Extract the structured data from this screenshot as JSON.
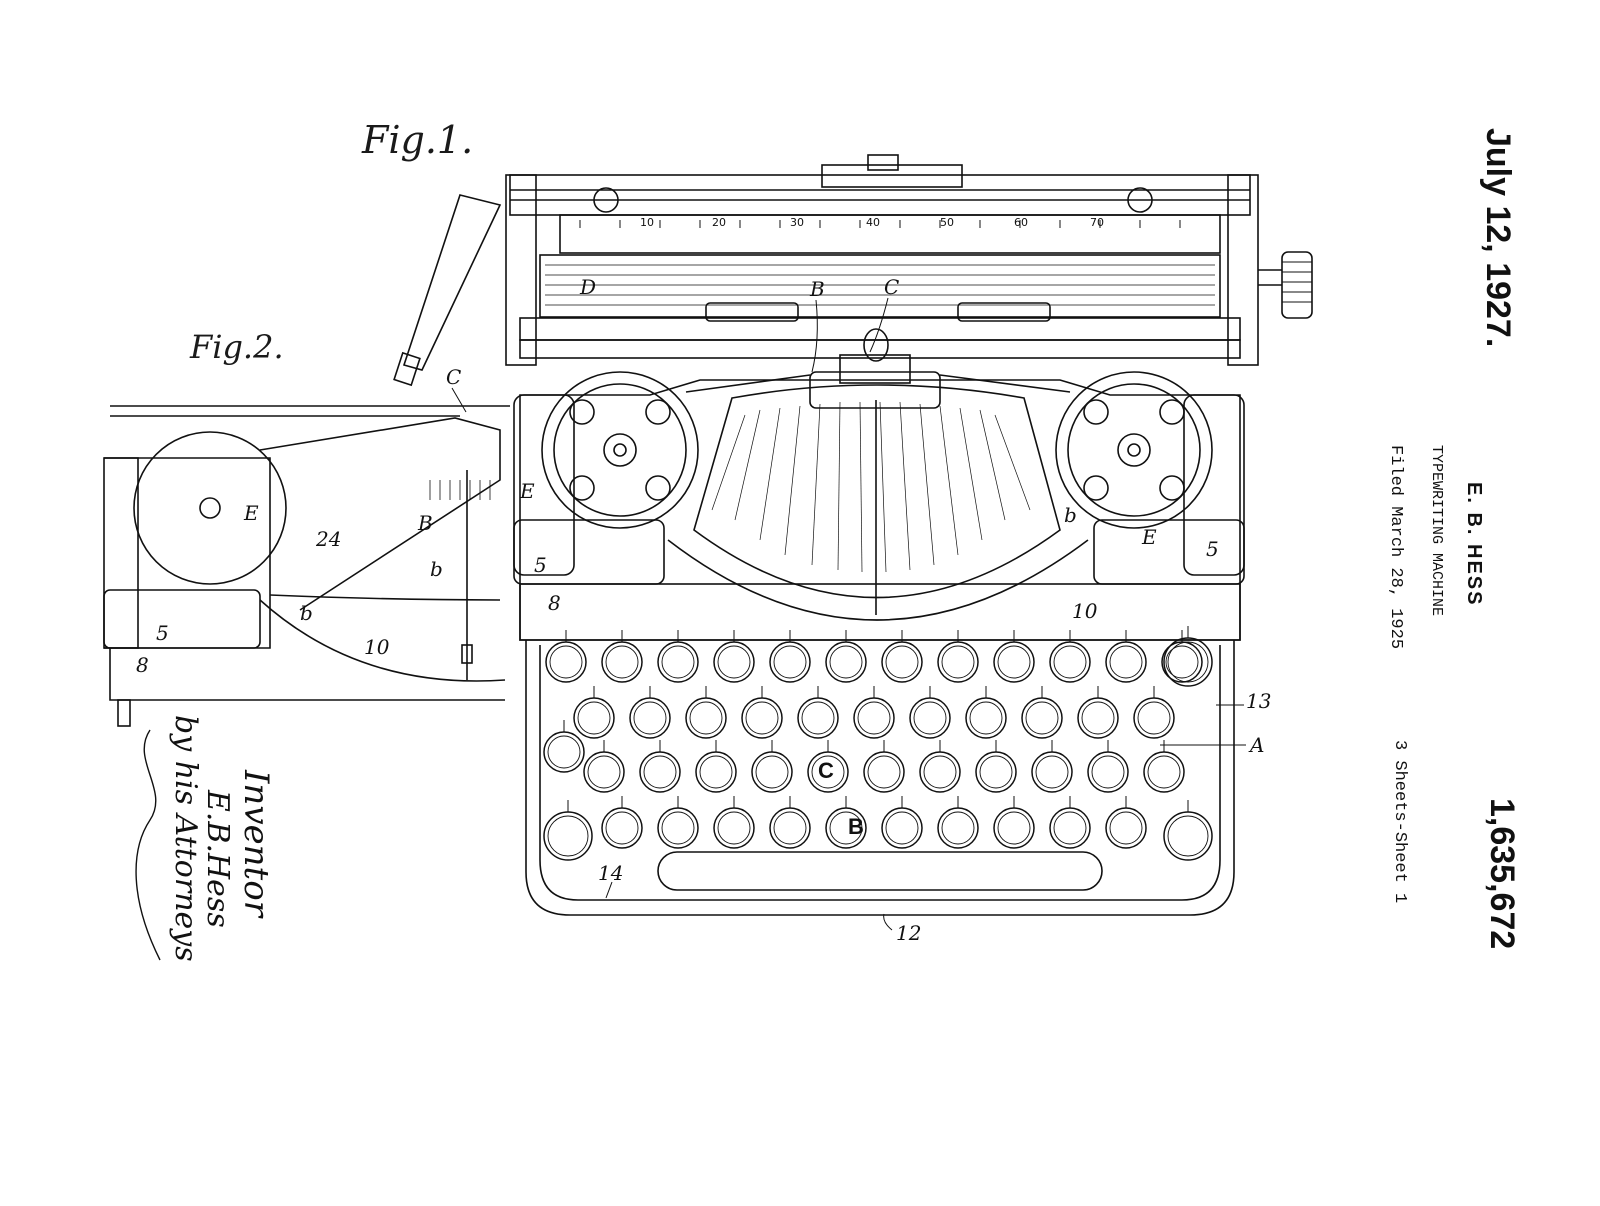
{
  "header": {
    "date": "July 12, 1927.",
    "patent_number": "1,635,672",
    "inventor": "E. B. HESS",
    "title": "TYPEWRITING MACHINE",
    "filed": "Filed March 28, 1925",
    "sheet": "3 Sheets-Sheet 1"
  },
  "figures": {
    "fig1_label": "Fig.1.",
    "fig2_label": "Fig.2."
  },
  "inventor_block": {
    "heading": "Inventor",
    "name": "E.B.Hess",
    "attorneys": "by his Attorneys"
  },
  "reference_labels": {
    "D": "D",
    "B": "B",
    "C": "C",
    "E": "E",
    "b": "b",
    "n5": "5",
    "n8": "8",
    "n10": "10",
    "n12": "12",
    "n13": "13",
    "n14": "14",
    "A": "A",
    "n24": "24"
  },
  "key_legends": {
    "c_key": "C",
    "b_key": "B"
  },
  "scale_numbers": [
    "10",
    "20",
    "30",
    "40",
    "50",
    "60",
    "70"
  ]
}
